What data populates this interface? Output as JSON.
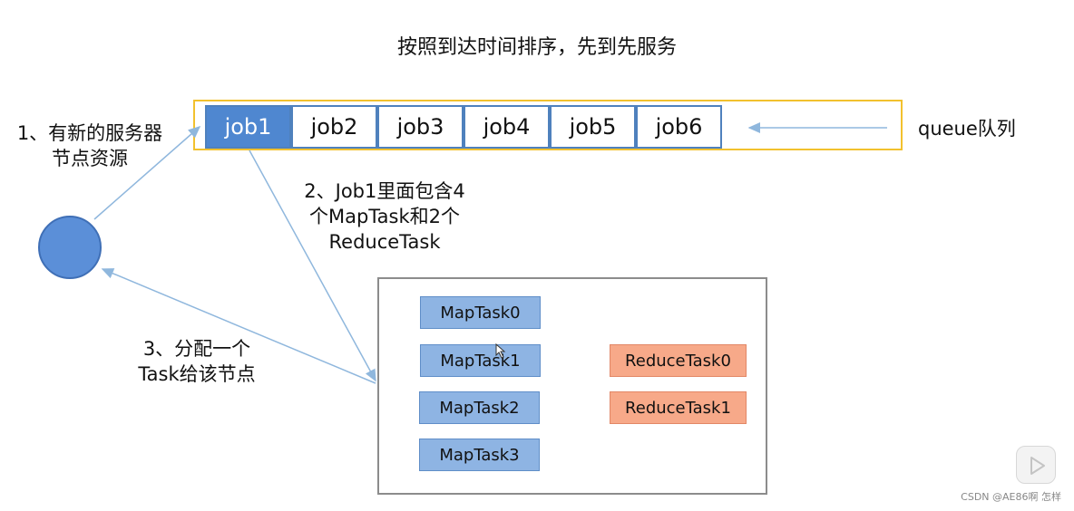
{
  "title": "按照到达时间排序，先到先服务",
  "queue": {
    "label": "queue队列",
    "jobs": [
      "job1",
      "job2",
      "job3",
      "job4",
      "job5",
      "job6"
    ]
  },
  "steps": {
    "step1": [
      "1、有新的服务器",
      "节点资源"
    ],
    "step2": [
      "2、Job1里面包含4",
      "个MapTask和2个",
      "ReduceTask"
    ],
    "step3": [
      "3、分配一个",
      "Task给该节点"
    ]
  },
  "tasks": {
    "map": [
      "MapTask0",
      "MapTask1",
      "MapTask2",
      "MapTask3"
    ],
    "reduce": [
      "ReduceTask0",
      "ReduceTask1"
    ]
  },
  "watermark": "CSDN @AE86啊 怎样",
  "colors": {
    "queue_border": "#F2C12E",
    "job_border": "#4F81BD",
    "job_active_fill": "#4F87D0",
    "node_fill": "#5B8FD8",
    "map_fill": "#8EB4E3",
    "reduce_fill": "#F7A989",
    "arrow": "#8FB7DD"
  },
  "icons": {
    "play": "play-icon"
  }
}
